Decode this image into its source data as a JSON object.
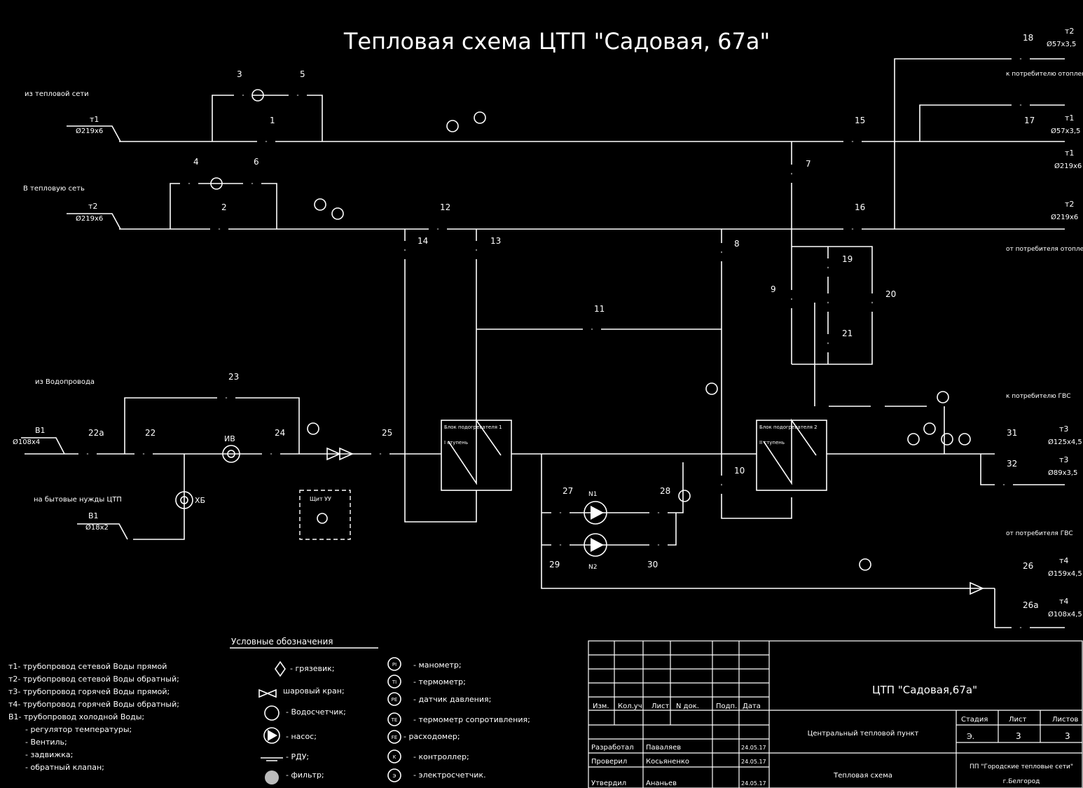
{
  "title": "Тепловая схема  ЦТП \"Садовая, 67а\"",
  "inputs": {
    "from_network": "из тепловой сети",
    "to_network": "В тепловую сеть",
    "from_water": "из Водопровода",
    "household": "на бытовые нужды ЦТП"
  },
  "pipes": {
    "t1_label": "т1",
    "t1_dia": "Ø219х6",
    "t2_label": "т2",
    "t2_dia": "Ø219х6",
    "b1_label": "В1",
    "b1_dia": "Ø108х4",
    "b1s_label": "В1",
    "b1s_dia": "Ø18х2",
    "r_t2a_label": "т2",
    "r_t2a_dia": "Ø57х3,5",
    "r_t1a_label": "т1",
    "r_t1a_dia": "Ø57х3,5",
    "r_t1_label": "т1",
    "r_t1_dia": "Ø219х6",
    "r_t2_label": "т2",
    "r_t2_dia": "Ø219х6",
    "r_t3_label": "т3",
    "r_t3_dia": "Ø125х4,5",
    "r_t3b_label": "т3",
    "r_t3b_dia": "Ø89х3,5",
    "r_t4_label": "т4",
    "r_t4_dia": "Ø159х4,5",
    "r_t4b_label": "т4",
    "r_t4b_dia": "Ø108х4,5"
  },
  "consumers": {
    "to_heating": "к потребителю отопления",
    "from_heating": "от потребителя отопления",
    "to_gvs": "к потребителю ГВС",
    "from_gvs": "от потребителя ГВС"
  },
  "positions": [
    "1",
    "2",
    "3",
    "4",
    "5",
    "6",
    "7",
    "8",
    "9",
    "10",
    "11",
    "12",
    "13",
    "14",
    "15",
    "16",
    "17",
    "18",
    "19",
    "20",
    "21",
    "22",
    "22а",
    "23",
    "24",
    "25",
    "26",
    "26а",
    "27",
    "28",
    "29",
    "30",
    "31",
    "32"
  ],
  "equipment": {
    "iv": "ИВ",
    "xb": "ХБ",
    "n1": "N1",
    "n2": "N2",
    "shield": "Щит УУ",
    "hx1_title": "Блок подогревателя 1",
    "hx1_stage": "I ступень",
    "hx2_title": "Блок подогревателя 2",
    "hx2_stage": "II ступень"
  },
  "legend": {
    "title": "Условные обозначения",
    "pipes": [
      "т1- трубопровод сетевой Воды прямой",
      "т2- трубопровод сетевой Воды обратный;",
      "т3- трубопровод горячей Воды прямой;",
      "т4- трубопровод горячей Воды обратный;",
      "В1- трубопровод холодной Воды;",
      "- регулятор температуры;",
      "- Вентиль;",
      "- задвижка;",
      "- обратный клапан;"
    ],
    "symbols": [
      "- грязевик;",
      "шаровый кран;",
      "- Водосчетчик;",
      "- насос;",
      "- РДУ;",
      "- фильтр;"
    ],
    "instruments": [
      {
        "code": "PI",
        "text": "- манометр;"
      },
      {
        "code": "TI",
        "text": "- термометр;"
      },
      {
        "code": "PE",
        "text": "- датчик давления;"
      },
      {
        "code": "TE",
        "text": "- термометр сопротивления;"
      },
      {
        "code": "FE",
        "text": "- расходомер;"
      },
      {
        "code": "K",
        "text": "- контроллер;"
      },
      {
        "code": "Э",
        "text": "- электросчетчик."
      }
    ]
  },
  "titleblock": {
    "project": "ЦТП \"Садовая,67а\"",
    "object": "Центральный тепловой пункт",
    "sheet_name": "Тепловая схема",
    "org": "ПП \"Городские тепловые сети\"",
    "city": "г.Белгород",
    "stage_h": "Стадия",
    "sheet_h": "Лист",
    "sheets_h": "Листов",
    "stage": "Э.",
    "sheet": "3",
    "sheets": "3",
    "hdr": [
      "Изм.",
      "Кол.уч",
      "Лист",
      "N док.",
      "Подп.",
      "Дата"
    ],
    "rows": [
      {
        "role": "Разработал",
        "name": "Паваляев",
        "date": "24.05.17"
      },
      {
        "role": "Проверил",
        "name": "Косьяненко",
        "date": "24.05.17"
      },
      {
        "role": "Утвердил",
        "name": "Ананьев",
        "date": "24.05.17"
      }
    ]
  }
}
